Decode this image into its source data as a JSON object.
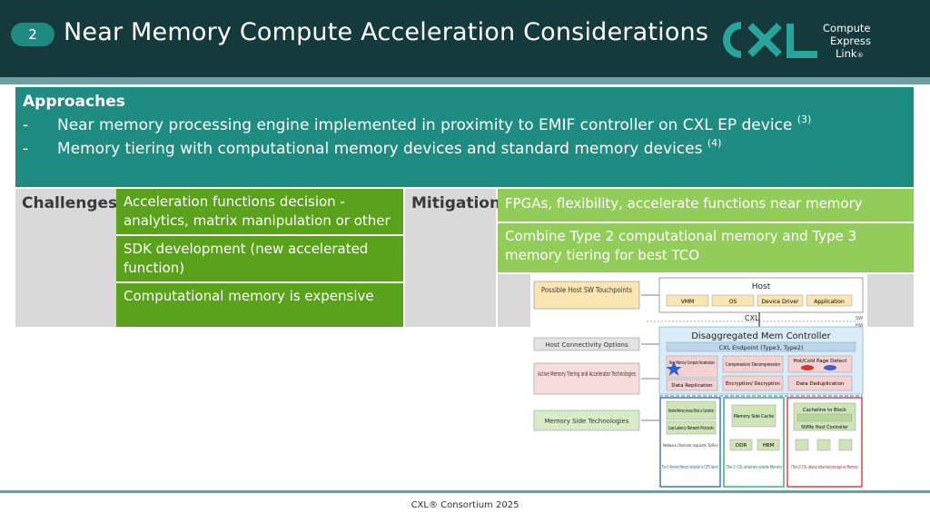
{
  "header": {
    "slide_number": "2",
    "title": "Near Memory Compute Acceleration Considerations",
    "logo": {
      "mark": "CXL",
      "line1": "Compute",
      "line2": "Express",
      "line3": "Link",
      "reg": "®"
    }
  },
  "approaches": {
    "heading": "Approaches",
    "items": [
      {
        "dash": "-",
        "text": "Near memory processing engine implemented in proximity to EMIF controller on CXL EP device",
        "ref": "(3)"
      },
      {
        "dash": "-",
        "text": "Memory tiering with computational memory devices and standard memory devices",
        "ref": "(4)"
      }
    ]
  },
  "challenges": {
    "label": "Challenges",
    "items": [
      "Acceleration functions decision - analytics, matrix manipulation or other",
      "SDK development (new accelerated function)",
      "Computational memory is expensive"
    ]
  },
  "mitigation": {
    "label": "Mitigation",
    "items": [
      "FPGAs, flexibility, accelerate functions near memory",
      "Combine Type 2 computational memory and Type 3 memory tiering for best TCO"
    ]
  },
  "diagram": {
    "host_label": "Possible Host SW Touchpoints",
    "host": "Host",
    "host_boxes": [
      "VMM",
      "OS",
      "Device Driver",
      "Application"
    ],
    "cxl": "CXL",
    "sw": "SW",
    "hw": "HW",
    "connectivity_label": "Host Connectivity Options",
    "controller": "Disaggregated Mem Controller",
    "endpoint": "CXL Endpoint (Type3, Type2)",
    "tiering_label": "Active Memory Tiering and Accelerator Technologies",
    "nmc": "Near Memory Compute Accelerators",
    "compression": "Compression/ Decompression",
    "hotcold": "Hot/Cold Page Detect",
    "replication": "Data Replication",
    "encryption": "Encryption/ Decryption",
    "dedup": "Data Deduplication",
    "side_label": "Memory Side Technologies",
    "remote": "Remote Memory Access (Block or Cacheline)",
    "latency": "Low Latency Network Protocols",
    "network_note": "Network (Remote requests To/Ro)",
    "mem_side_cache": "Memory Side Cache",
    "ddr": "DDR",
    "hbm": "HBM",
    "cacheline": "Cacheline to Block",
    "nvme": "NVMe Host Controller",
    "tier3": "Tier-3 (Remote Memory attached to COTS fabric)",
    "tier2a": "(Tier-2) CXL attached volatile Memory",
    "tier2b": "(Tier-2) CXL device attached storage as Memory"
  },
  "footer": {
    "text": "CXL® Consortium 2025"
  },
  "colors": {
    "header_bg": "#143a3c",
    "teal": "#1e8c80",
    "dark_green": "#5aa21b",
    "light_green": "#93cd59",
    "grey": "#d9d9d9",
    "cxl_teal": "#27a59b"
  }
}
